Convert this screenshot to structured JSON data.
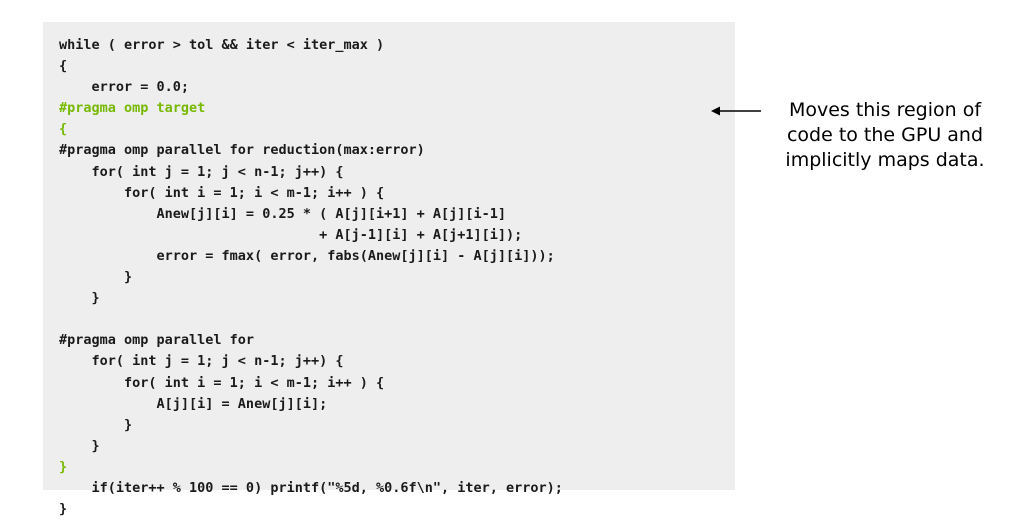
{
  "code": {
    "lines": [
      {
        "text": "while ( error > tol && iter < iter_max )",
        "highlight": false
      },
      {
        "text": "{",
        "highlight": false
      },
      {
        "text": "    error = 0.0;",
        "highlight": false
      },
      {
        "text": "#pragma omp target",
        "highlight": true
      },
      {
        "text": "{",
        "highlight": true
      },
      {
        "text": "#pragma omp parallel for reduction(max:error)",
        "highlight": false
      },
      {
        "text": "    for( int j = 1; j < n-1; j++) {",
        "highlight": false
      },
      {
        "text": "        for( int i = 1; i < m-1; i++ ) {",
        "highlight": false
      },
      {
        "text": "            Anew[j][i] = 0.25 * ( A[j][i+1] + A[j][i-1]",
        "highlight": false
      },
      {
        "text": "                                + A[j-1][i] + A[j+1][i]);",
        "highlight": false
      },
      {
        "text": "            error = fmax( error, fabs(Anew[j][i] - A[j][i]));",
        "highlight": false
      },
      {
        "text": "        }",
        "highlight": false
      },
      {
        "text": "    }",
        "highlight": false
      },
      {
        "text": "",
        "highlight": false
      },
      {
        "text": "#pragma omp parallel for",
        "highlight": false
      },
      {
        "text": "    for( int j = 1; j < n-1; j++) {",
        "highlight": false
      },
      {
        "text": "        for( int i = 1; i < m-1; i++ ) {",
        "highlight": false
      },
      {
        "text": "            A[j][i] = Anew[j][i];",
        "highlight": false
      },
      {
        "text": "        }",
        "highlight": false
      },
      {
        "text": "    }",
        "highlight": false
      },
      {
        "text": "}",
        "highlight": true
      },
      {
        "text": "    if(iter++ % 100 == 0) printf(\"%5d, %0.6f\\n\", iter, error);",
        "highlight": false
      },
      {
        "text": "}",
        "highlight": false
      }
    ]
  },
  "annotation": {
    "lines": [
      "Moves this region of",
      "code to the GPU and",
      "implicitly maps data."
    ]
  },
  "colors": {
    "highlight": "#76b900",
    "code_text": "#1a1a1a",
    "panel_background": "#eeeeee"
  }
}
